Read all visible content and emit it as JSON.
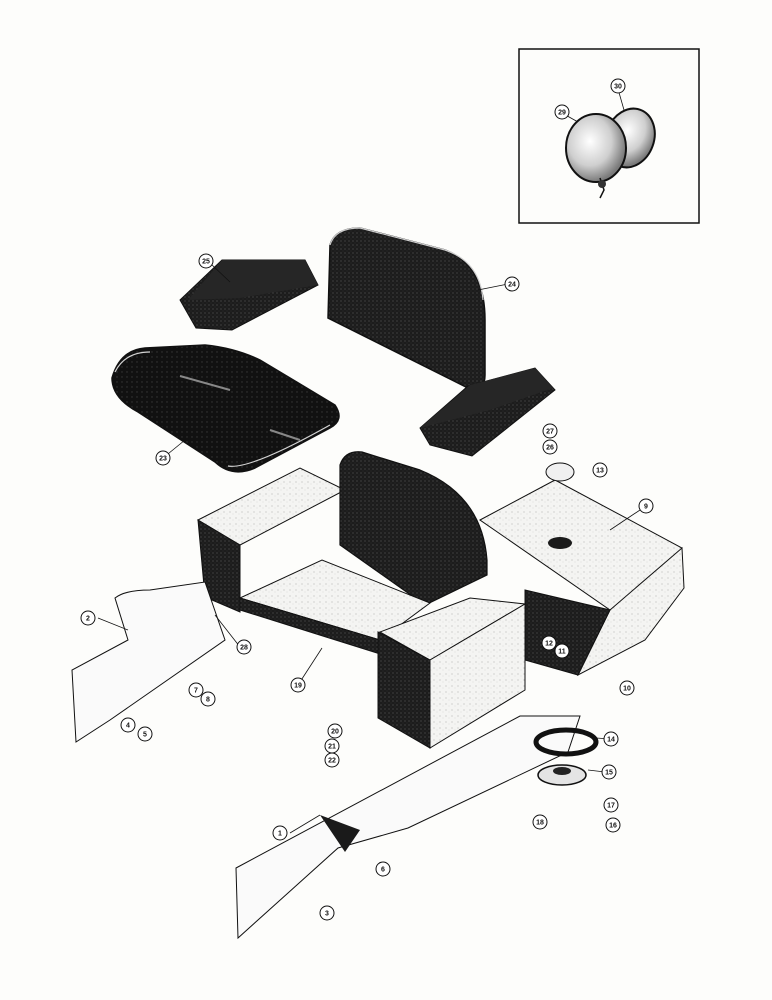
{
  "callouts": [
    {
      "id": "c1",
      "label": "1"
    },
    {
      "id": "c2",
      "label": "2"
    },
    {
      "id": "c3",
      "label": "3"
    },
    {
      "id": "c4",
      "label": "4"
    },
    {
      "id": "c5",
      "label": "5"
    },
    {
      "id": "c6",
      "label": "6"
    },
    {
      "id": "c7",
      "label": "7"
    },
    {
      "id": "c8",
      "label": "8"
    },
    {
      "id": "c9",
      "label": "9"
    },
    {
      "id": "c10",
      "label": "10"
    },
    {
      "id": "c11",
      "label": "11"
    },
    {
      "id": "c12",
      "label": "12"
    },
    {
      "id": "c13",
      "label": "13"
    },
    {
      "id": "c14",
      "label": "14"
    },
    {
      "id": "c15",
      "label": "15"
    },
    {
      "id": "c16",
      "label": "16"
    },
    {
      "id": "c17",
      "label": "17"
    },
    {
      "id": "c18",
      "label": "18"
    },
    {
      "id": "c19",
      "label": "19"
    },
    {
      "id": "c20",
      "label": "20"
    },
    {
      "id": "c21",
      "label": "21"
    },
    {
      "id": "c22",
      "label": "22"
    },
    {
      "id": "c23",
      "label": "23"
    },
    {
      "id": "c24",
      "label": "24"
    },
    {
      "id": "c25",
      "label": "25"
    },
    {
      "id": "c26",
      "label": "26"
    },
    {
      "id": "c27",
      "label": "27"
    },
    {
      "id": "c28",
      "label": "28"
    },
    {
      "id": "c29",
      "label": "29"
    },
    {
      "id": "c30",
      "label": "30"
    }
  ]
}
